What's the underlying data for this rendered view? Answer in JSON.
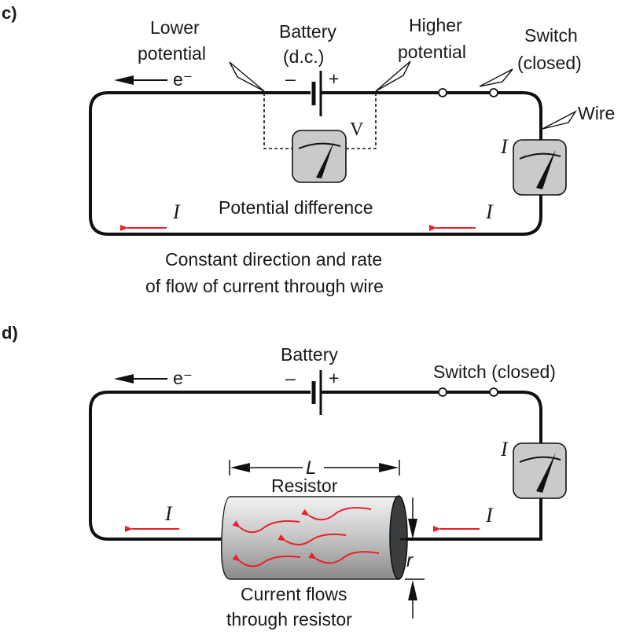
{
  "panel_c": {
    "label": "c)",
    "electron_label": "e⁻",
    "lower_potential": [
      "Lower",
      "potential"
    ],
    "battery": [
      "Battery",
      "(d.c.)"
    ],
    "minus": "–",
    "plus": "+",
    "higher_potential": [
      "Higher",
      "potential"
    ],
    "switch": [
      "Switch",
      "(closed)"
    ],
    "wire": "Wire",
    "voltmeter_symbol": "V",
    "current_symbol": "I",
    "potential_difference": "Potential difference",
    "caption": [
      "Constant direction and rate",
      "of flow of current through wire"
    ]
  },
  "panel_d": {
    "label": "d)",
    "electron_label": "e⁻",
    "battery": "Battery",
    "minus": "–",
    "plus": "+",
    "switch": "Switch (closed)",
    "current_symbol": "I",
    "length_symbol": "L",
    "resistor": "Resistor",
    "radius_symbol": "r",
    "caption": [
      "Current flows",
      "through resistor"
    ]
  },
  "colors": {
    "wire": "#111111",
    "current_arrow": "#e8202a",
    "meter_fill": "#c8cacb",
    "resistor_end": "#3a3d40"
  }
}
